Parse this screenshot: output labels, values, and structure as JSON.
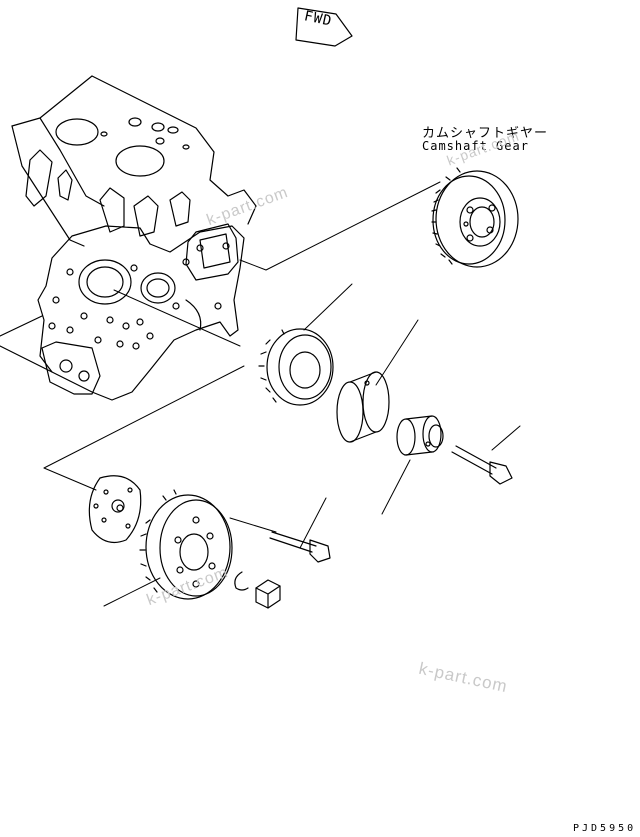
{
  "labels": {
    "part_name_jp": "カムシャフトギヤー",
    "part_name_en": "Camshaft Gear",
    "fwd_marker": "FWD",
    "drawing_code": "PJD5950"
  },
  "watermarks": [
    "k-part.com",
    "k-part.com",
    "k-part.com",
    "k-part.com"
  ]
}
